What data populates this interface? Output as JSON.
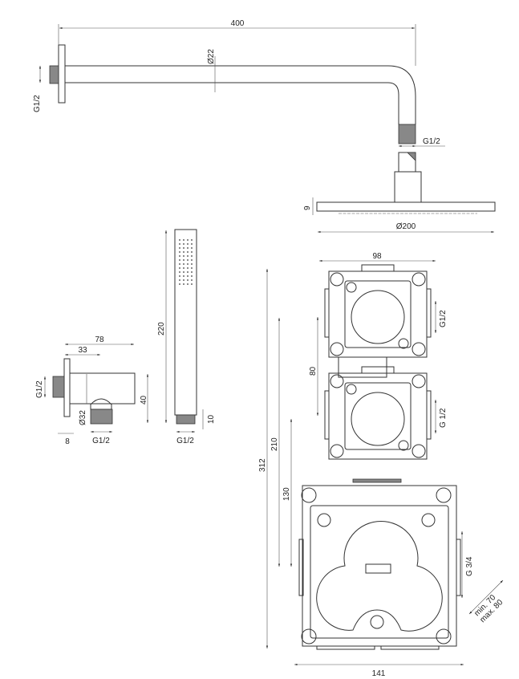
{
  "shower_arm": {
    "length": "400",
    "diameter": "Ø22",
    "wall_thread": "G1/2",
    "outlet_thread": "G1/2"
  },
  "shower_head": {
    "thickness": "9",
    "diameter": "Ø200"
  },
  "hand_shower": {
    "length": "220",
    "thread_length": "10",
    "thread": "G1/2"
  },
  "wall_elbow": {
    "length": "78",
    "offset": "33",
    "height": "40",
    "diameter": "Ø32",
    "flange": "8",
    "inlet_thread": "G1/2",
    "outlet_thread": "G1/2"
  },
  "valve_body": {
    "module_width": "98",
    "total_height": "312",
    "height_210": "210",
    "height_130": "130",
    "module_spacing": "80",
    "outlet_1": "G1/2",
    "outlet_2": "G 1/2",
    "inlet": "G 3/4",
    "base_width": "141",
    "depth_min": "min. 70",
    "depth_max": "max. 80"
  }
}
